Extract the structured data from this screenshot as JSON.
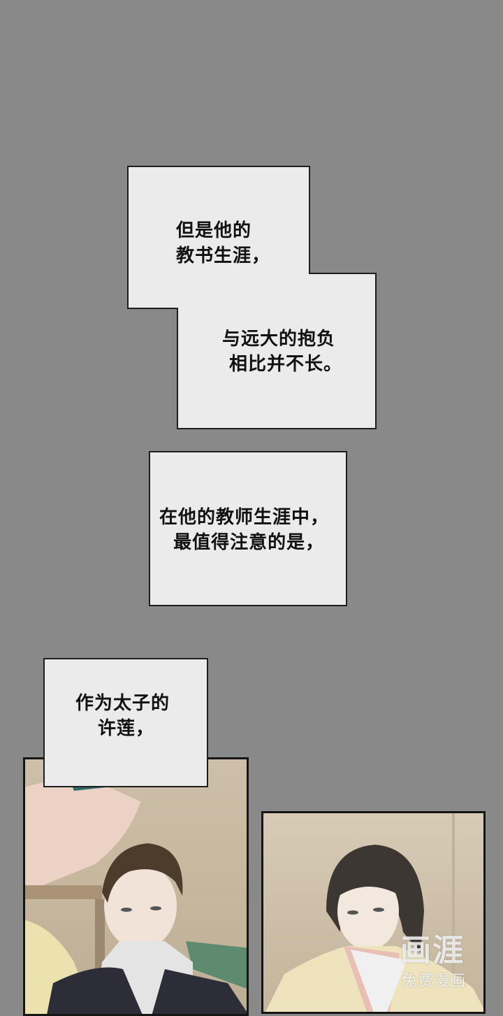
{
  "captions": [
    {
      "id": "caption-1",
      "lines": [
        "但是他的",
        "教书生涯，"
      ]
    },
    {
      "id": "caption-2",
      "lines": [
        "与远大的抱负",
        "相比并不长。"
      ]
    },
    {
      "id": "caption-3",
      "lines": [
        "在他的教师生涯中，",
        "  最值得注意的是，"
      ]
    },
    {
      "id": "caption-4",
      "lines": [
        "作为太子的",
        "许莲，"
      ]
    }
  ],
  "watermark": {
    "main": "画涯",
    "sub": "免费漫画"
  },
  "colors": {
    "background": "#898989",
    "caption_fill": "#ebebeb",
    "caption_border": "#1e1e1e",
    "text": "#111111"
  }
}
